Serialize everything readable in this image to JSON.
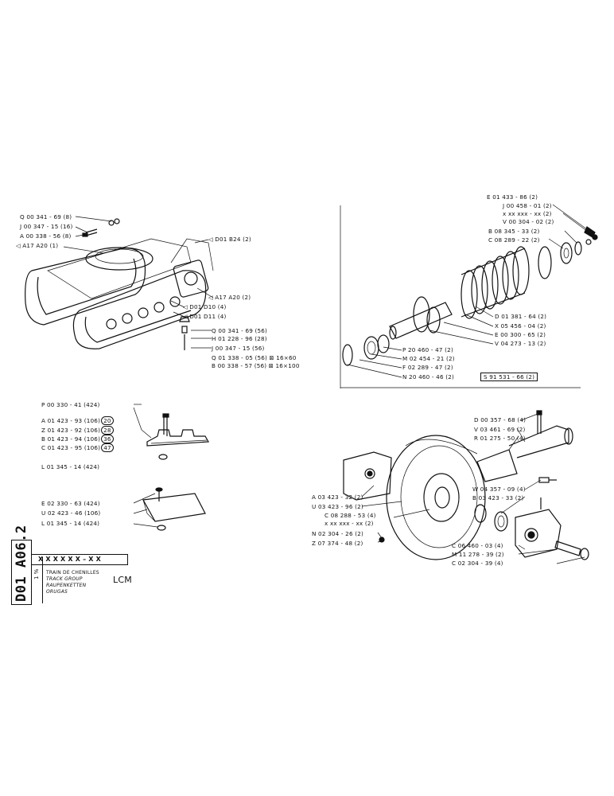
{
  "document": {
    "code": "D01 A06.2",
    "serial_placeholder": "X X X  X X X – X X",
    "page_mark": "1 %",
    "model": "LCM",
    "titles": [
      "TRAIN DE CHENILLES",
      "TRACK GROUP",
      "RAUPENKETTEN",
      "ORUGAS"
    ]
  },
  "panel_tl": {
    "labels": [
      "Q 00 341 - 69 (8)",
      "J 00 347 - 15 (16)",
      "A 00 338 - 56 (8)",
      "◁ A17   A20 (1)",
      "◁ D01  B24  (2)",
      "◁ A17  A20 (2)",
      "◁ D01  D10  (4)",
      "◁ D01  D11  (4)",
      "Q 00 341 - 69 (56)",
      "H 01 228 - 96 (28)",
      "J 00 347 - 15 (56)",
      "Q 01 338 - 05 (56)  ⊠ 16×60",
      "B 00 338 - 57 (56)  ⊠ 16×100"
    ]
  },
  "panel_tr": {
    "labels_top": [
      "E 01 433 - 86 (2)",
      "J 00 458 - 01 (2)",
      "x xx xxx - xx (2)",
      "V 00 304 - 02 (2)",
      "B 08 345 - 33 (2)",
      "C 08 289 - 22 (2)"
    ],
    "labels_right": [
      "D 01 381 - 64 (2)",
      "X 05 456 - 04 (2)",
      "E 00 300 - 65 (2)",
      "V 04 273 - 13 (2)"
    ],
    "labels_bottom": [
      "P 20 460 - 47 (2)",
      "M 02 454 - 21 (2)",
      "F 02 289 - 47 (2)",
      "N 20 460 - 46 (2)"
    ],
    "boxed": "S 91 531 - 66 (2)"
  },
  "panel_bl": {
    "top_label": "P 00 330 - 41 (424)",
    "grouser_rows": [
      {
        "code": "A 01 423 - 93 (106)",
        "size": "20"
      },
      {
        "code": "Z 01 423 - 92 (106)",
        "size": "28"
      },
      {
        "code": "B 01 423 - 94 (106)",
        "size": "36"
      },
      {
        "code": "C 01 423 - 95 (106)",
        "size": "47"
      }
    ],
    "nut1": "L 01 345 - 14 (424)",
    "flat_rows": [
      "E 02 330 - 63 (424)",
      "U 02 423 - 46 (106)",
      "L 01 345 - 14 (424)"
    ]
  },
  "panel_br": {
    "labels_top": [
      "D 00 357 - 68 (4)",
      "V 03 461 - 69 (2)",
      "R 01 275 - 50 (4)"
    ],
    "labels_left": [
      "A 03 423 - 32 (2)",
      "U 03 423 - 96 (2)",
      "C 08 288 - 53 (4)",
      "x xx xxx - xx (2)",
      "N 02 304 - 26 (2)",
      "Z 07 374 - 48 (2)"
    ],
    "labels_mid": [
      "W 04 357 - 09 (4)",
      "B 03 423 - 33 (2)"
    ],
    "labels_bottom": [
      "C 06 460 - 03 (4)",
      "M 11 278 - 39 (2)",
      "C 02 304 - 39 (4)"
    ]
  }
}
